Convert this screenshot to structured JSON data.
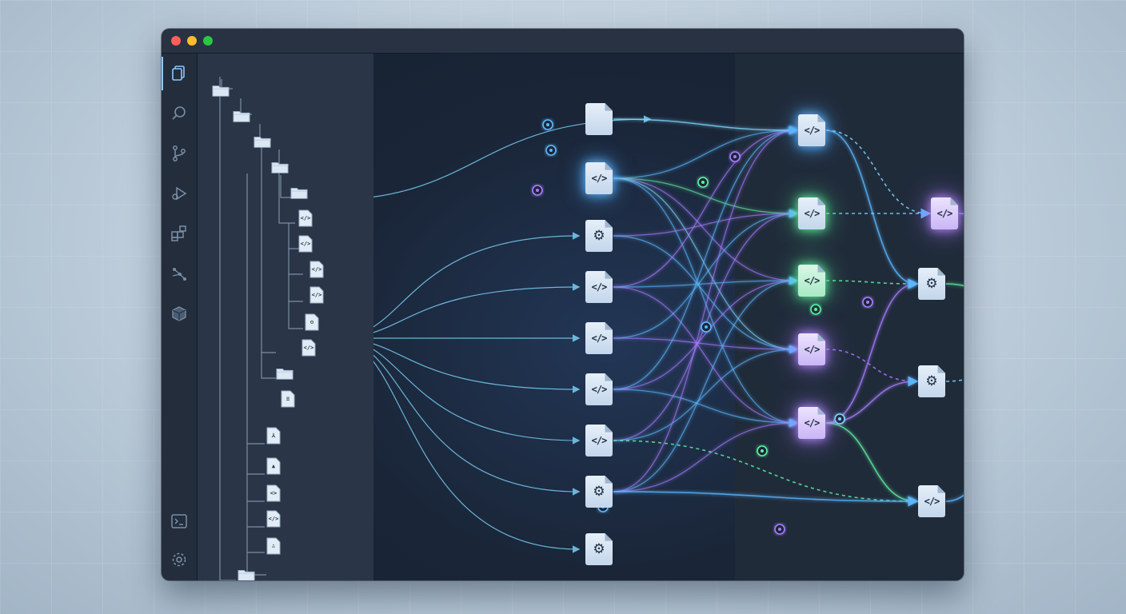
{
  "window": {
    "traffic_lights": [
      "#ff5f57",
      "#febc2e",
      "#28c840"
    ]
  },
  "activity_bar": {
    "items": [
      {
        "icon": "files-icon",
        "glyph": "⧉"
      },
      {
        "icon": "search-icon",
        "glyph": "⚲"
      },
      {
        "icon": "source-control-icon",
        "glyph": "⑂"
      },
      {
        "icon": "run-debug-icon",
        "glyph": "▷"
      },
      {
        "icon": "extensions-icon",
        "glyph": "⊞"
      },
      {
        "icon": "graph-icon",
        "glyph": "⤢"
      },
      {
        "icon": "package-icon",
        "glyph": "▣"
      }
    ],
    "bottom": [
      {
        "icon": "terminal-icon",
        "glyph": ">_"
      },
      {
        "icon": "settings-icon",
        "glyph": "⚙"
      }
    ]
  },
  "explorer": {
    "items": [
      {
        "icon": "folder-icon",
        "glyph": ""
      },
      {
        "icon": "folder-icon",
        "glyph": ""
      },
      {
        "icon": "folder-icon",
        "glyph": ""
      },
      {
        "icon": "folder-icon",
        "glyph": ""
      },
      {
        "icon": "folder-icon",
        "glyph": ""
      },
      {
        "icon": "code-file-icon",
        "glyph": "</>"
      },
      {
        "icon": "code-file-icon",
        "glyph": "</>"
      },
      {
        "icon": "code-file-icon",
        "glyph": "</>"
      },
      {
        "icon": "code-file-icon",
        "glyph": "</>"
      },
      {
        "icon": "config-file-icon",
        "glyph": "⚙"
      },
      {
        "icon": "code-file-icon",
        "glyph": "</>"
      },
      {
        "icon": "folder-icon",
        "glyph": ""
      },
      {
        "icon": "text-file-icon",
        "glyph": "≡"
      },
      {
        "icon": "pdf-file-icon",
        "glyph": "⅄"
      },
      {
        "icon": "asset-file-icon",
        "glyph": "▲"
      },
      {
        "icon": "folder-code-icon",
        "glyph": "<>"
      },
      {
        "icon": "folder-code-icon",
        "glyph": "</>"
      },
      {
        "icon": "graph-file-icon",
        "glyph": "∴"
      },
      {
        "icon": "folder-icon",
        "glyph": ""
      }
    ]
  },
  "graph": {
    "nodes": [
      {
        "id": "a0",
        "kind": "file",
        "label": ""
      },
      {
        "id": "a1",
        "kind": "code",
        "label": "</>"
      },
      {
        "id": "a2",
        "kind": "gear",
        "label": "⚙"
      },
      {
        "id": "a3",
        "kind": "code",
        "label": "</>"
      },
      {
        "id": "a4",
        "kind": "code",
        "label": "</>"
      },
      {
        "id": "a5",
        "kind": "code",
        "label": "</>"
      },
      {
        "id": "a6",
        "kind": "code",
        "label": "</>"
      },
      {
        "id": "a7",
        "kind": "gear",
        "label": "⚙"
      },
      {
        "id": "a8",
        "kind": "gear",
        "label": "⚙"
      },
      {
        "id": "b0",
        "kind": "code",
        "label": "</>"
      },
      {
        "id": "b1",
        "kind": "code",
        "label": "</>"
      },
      {
        "id": "b2",
        "kind": "code",
        "label": "</>"
      },
      {
        "id": "b3",
        "kind": "code",
        "label": "</>"
      },
      {
        "id": "b4",
        "kind": "code",
        "label": "</>"
      },
      {
        "id": "c0",
        "kind": "code",
        "label": "</>"
      },
      {
        "id": "c1",
        "kind": "gear",
        "label": "⚙"
      },
      {
        "id": "c2",
        "kind": "gear",
        "label": "⚙"
      },
      {
        "id": "c3",
        "kind": "code",
        "label": "</>"
      },
      {
        "id": "d0",
        "kind": "code",
        "label": "</>"
      }
    ],
    "edge_colors": {
      "blue": "#5bb8ff",
      "green": "#5ff0a0",
      "purple": "#a77bff",
      "cyan": "#7fd8ff"
    }
  }
}
